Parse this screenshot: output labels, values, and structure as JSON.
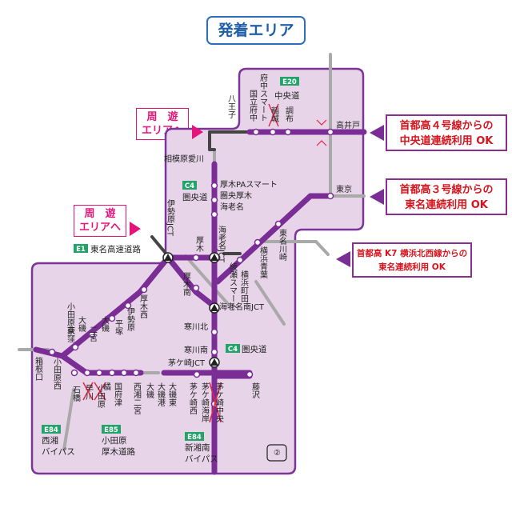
{
  "title": "発着エリア",
  "area_number": "②",
  "shuyu_top": {
    "line1": "周　遊",
    "line2": "エリアへ"
  },
  "shuyu_mid": {
    "line1": "周　遊",
    "line2": "エリアへ"
  },
  "callouts": {
    "c4": {
      "line1": "首都高４号線からの",
      "line2": "中央道連続利用 OK"
    },
    "c3": {
      "line1": "首都高３号線からの",
      "line2": "東名連続利用 OK"
    },
    "k7": {
      "line1": "首都高 K7 横浜北西線からの",
      "line2": "東名連続利用 OK"
    }
  },
  "roads": {
    "e20_code": "E20",
    "e20_name": "中央道",
    "c4a_code": "C4",
    "c4a_name": "圏央道",
    "c4b_code": "C4",
    "c4b_name": "圏央道",
    "e1_code": "E1",
    "e1_name": "東名高速道路",
    "e84a_code": "E84",
    "e84a_name1": "西湘",
    "e84a_name2": "バイパス",
    "e85_code": "E85",
    "e85_name1": "小田原",
    "e85_name2": "厚木道路",
    "e84b_code": "E84",
    "e84b_name1": "新湘南",
    "e84b_name2": "バイパス"
  },
  "ics": {
    "hachioji": "八王子",
    "fuchu": "府中スマート",
    "kunitachi": "国立府中",
    "inagi": "稲城",
    "chofu": "調布",
    "takaido": "高井戸",
    "sagamihara": "相模原愛川",
    "atsugi_pa": "厚木PAスマート",
    "kenou_atsugi": "圏央厚木",
    "ebina": "海老名",
    "isehara_jct": "伊勢原JCT",
    "atsugi": "厚木",
    "ebina_jct": "海老名JCT",
    "tokyo": "東京",
    "tomei_kawasaki": "東名川崎",
    "yokohama_aoba": "横浜青葉",
    "ayase": "綾瀬スマート",
    "yokohama_machida": "横浜町田",
    "atsugi_minami": "厚木南",
    "ebina_minami": "海老名南JCT",
    "samukawa_kita": "寒川北",
    "samukawa_minami": "寒川南",
    "chigasaki_jct": "茅ケ崎JCT",
    "odawara_higashi": "小田原東",
    "oiso": "大磯",
    "ninomiya": "二宮",
    "hiratsuka": "平塚",
    "isehara": "伊勢原",
    "atsugi_nishi": "厚木西",
    "ogikubo": "荻窪",
    "hakone_guchi": "箱根口",
    "odawara_nishi": "小田原西",
    "ishibashi": "石橋",
    "hayakawa": "早川",
    "odawara": "小田原",
    "kunifu": "国府津",
    "tachibana": "橘",
    "nishisho_ninomiya": "西湘二宮",
    "oiso_2": "大磯",
    "oiso_ko": "大磯港",
    "oiso_higashi": "大磯東",
    "chigasaki_nishi": "茅ケ崎西",
    "chigasaki_kaigan": "茅ケ崎海岸",
    "chigasaki_chuo": "茅ケ崎中央",
    "fujisawa": "藤沢"
  },
  "colors": {
    "area_fill": "#e8d4e8",
    "area_border": "#7a3596",
    "route": "#7b2d96",
    "gray": "#a9a9a9",
    "pink": "#e6147a",
    "red_text": "#d6141d"
  }
}
